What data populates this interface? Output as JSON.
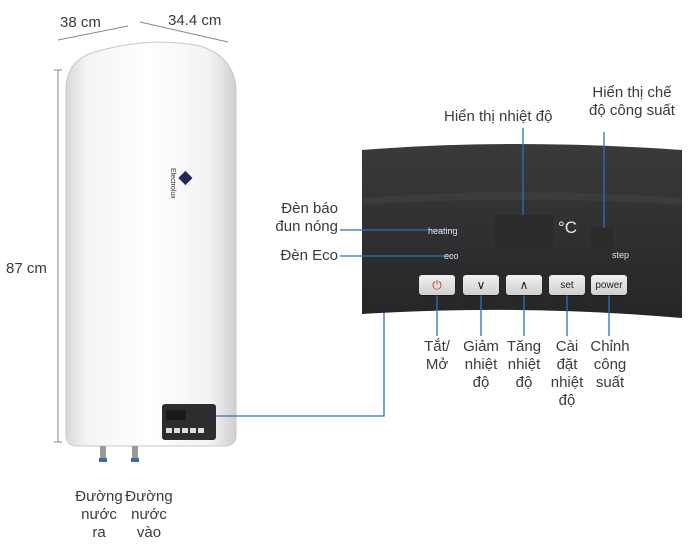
{
  "dimensions": {
    "width": "38 cm",
    "depth": "34.4 cm",
    "height": "87 cm"
  },
  "brand": "Electrolux",
  "panel": {
    "heating_label": "heating",
    "eco_label": "eco",
    "temp_unit": "°C",
    "step_label": "step",
    "buttons": [
      {
        "id": "power-toggle",
        "glyph": "⏻"
      },
      {
        "id": "decrease",
        "glyph": "∨"
      },
      {
        "id": "increase",
        "glyph": "∧"
      },
      {
        "id": "set",
        "glyph": "set"
      },
      {
        "id": "power",
        "glyph": "power"
      }
    ]
  },
  "callouts": {
    "temp_display": "Hiển thị nhiệt độ",
    "power_mode_display": [
      "Hiển thị chế",
      "độ công suất"
    ],
    "heating_light": [
      "Đèn báo",
      "đun nóng"
    ],
    "eco_light": "Đèn Eco",
    "buttons": [
      [
        "Tắt/",
        "Mở"
      ],
      [
        "Giảm",
        "nhiệt",
        "độ"
      ],
      [
        "Tăng",
        "nhiệt",
        "độ"
      ],
      [
        "Cài",
        "đặt",
        "nhiệt",
        "độ"
      ],
      [
        "Chỉnh",
        "công",
        "suất"
      ]
    ],
    "outlet": [
      "Đường",
      "nước",
      "ra"
    ],
    "inlet": [
      "Đường",
      "nước",
      "vào"
    ]
  },
  "colors": {
    "panel": "#2d2d2f",
    "leader": "#2a6fc0",
    "tank": "#ffffff"
  }
}
